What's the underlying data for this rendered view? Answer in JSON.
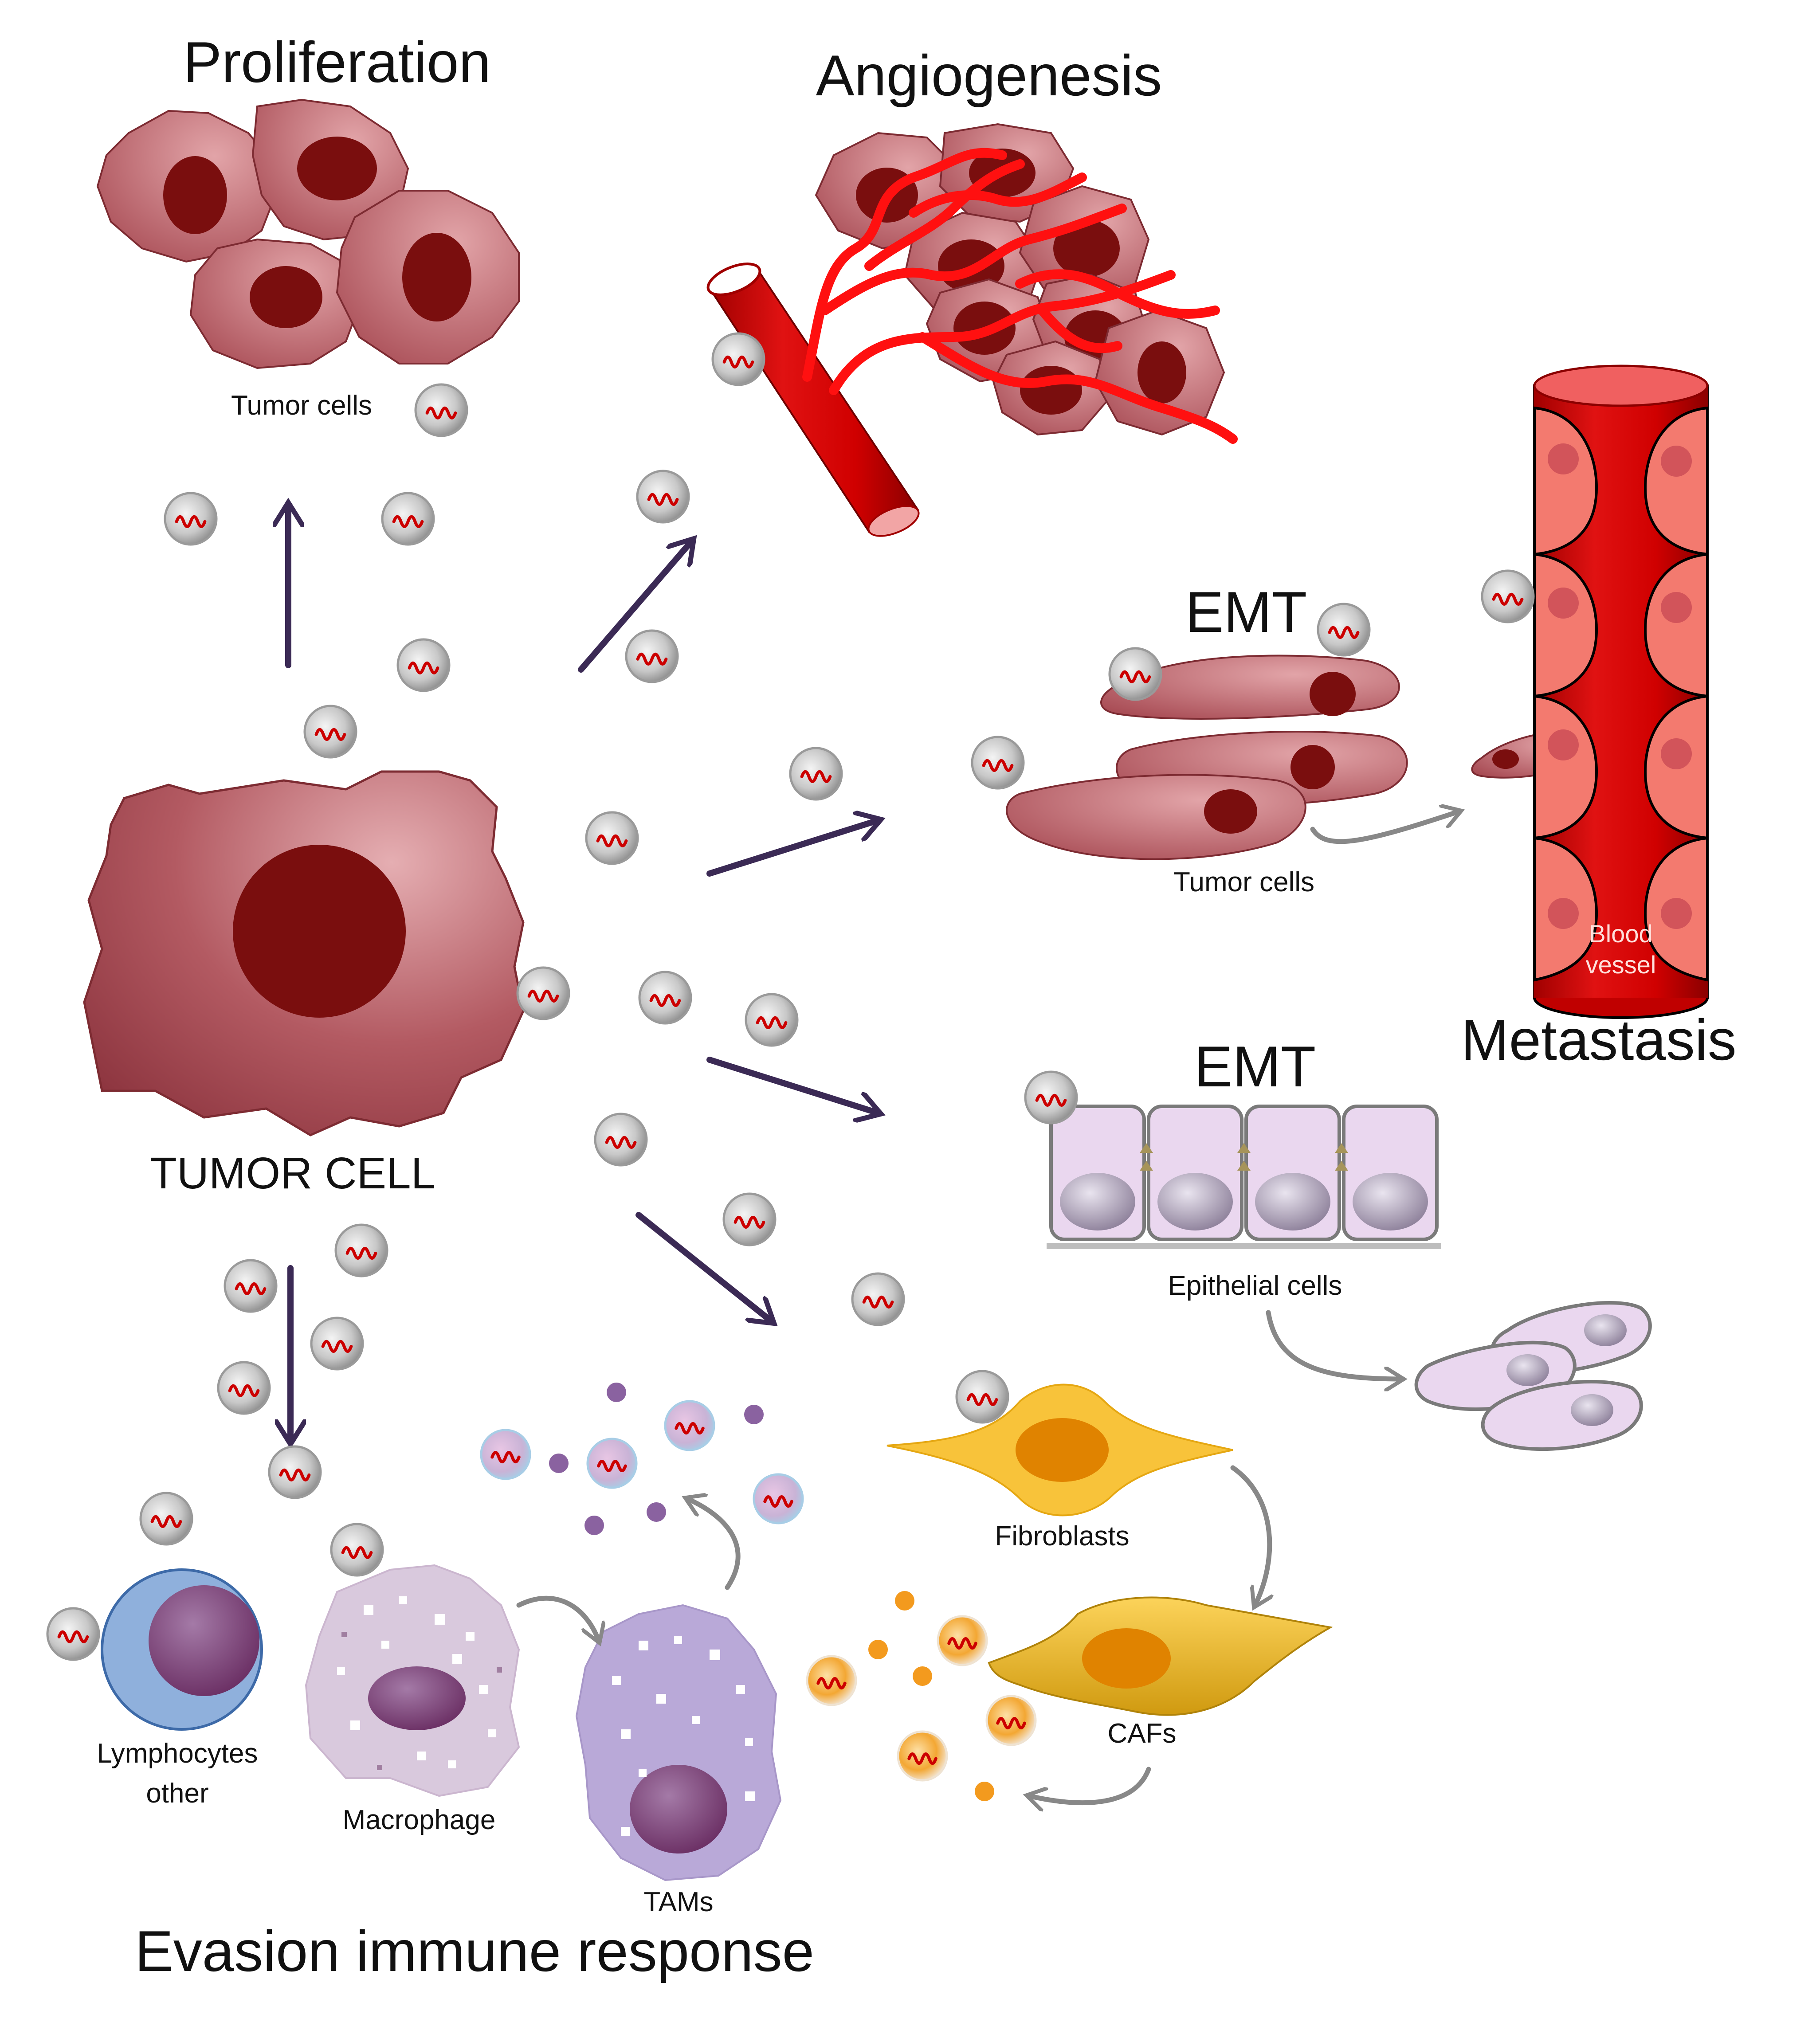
{
  "labels": {
    "proliferation": "Proliferation",
    "angiogenesis": "Angiogenesis",
    "emt_top": "EMT",
    "emt_bottom": "EMT",
    "metastasis": "Metastasis",
    "tumor_cell": "TUMOR CELL",
    "tumor_cells_top": "Tumor cells",
    "tumor_cells_mid": "Tumor cells",
    "blood": "Blood",
    "vessel": "vessel",
    "epithelial_cells": "Epithelial cells",
    "fibroblasts": "Fibroblasts",
    "cafs": "CAFs",
    "lymphocytes": "Lymphocytes",
    "other": "other",
    "macrophage": "Macrophage",
    "tams": "TAMs",
    "evasion": "Evasion immune response"
  },
  "colors": {
    "tumor": "#b55f68",
    "nucleus": "#7a0e0e",
    "vessel_red": "#d40000",
    "fibroblast": "#f5b829",
    "epithelial": "#ead7ef",
    "arrow_dark": "#3b2a55",
    "arrow_gray": "#888888",
    "lymphocyte": "#8fb0dc",
    "macrophage": "#d9c9dd",
    "tam": "#b9a9d8"
  }
}
